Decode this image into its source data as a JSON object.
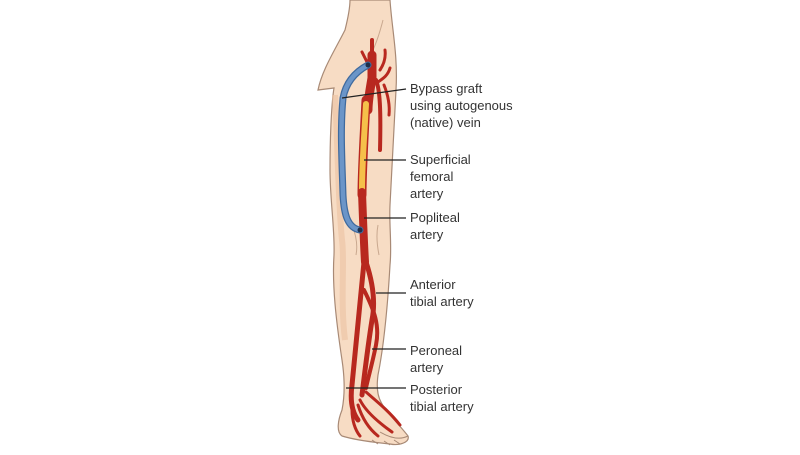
{
  "diagram": {
    "subject": "Leg arterial bypass graft",
    "colors": {
      "skin": "#f7dcc4",
      "skin_shadow": "#ecc5a6",
      "outline": "#a88a76",
      "artery": "#b8281f",
      "artery_dark": "#8e1a14",
      "vein_graft": "#6b95c8",
      "vein_graft_outline": "#3f6a9e",
      "occluded_segment": "#f5c04a",
      "leader_line": "#222222",
      "label_text": "#333333"
    },
    "labels": [
      {
        "id": "bypass-graft",
        "lines": [
          "Bypass graft",
          "using autogenous",
          "(native) vein"
        ]
      },
      {
        "id": "superficial-femoral-artery",
        "lines": [
          "Superficial",
          "femoral",
          "artery"
        ]
      },
      {
        "id": "popliteal-artery",
        "lines": [
          "Popliteal",
          "artery"
        ]
      },
      {
        "id": "anterior-tibial-artery",
        "lines": [
          "Anterior",
          "tibial artery"
        ]
      },
      {
        "id": "peroneal-artery",
        "lines": [
          "Peroneal",
          "artery"
        ]
      },
      {
        "id": "posterior-tibial-artery",
        "lines": [
          "Posterior",
          "tibial artery"
        ]
      }
    ]
  }
}
